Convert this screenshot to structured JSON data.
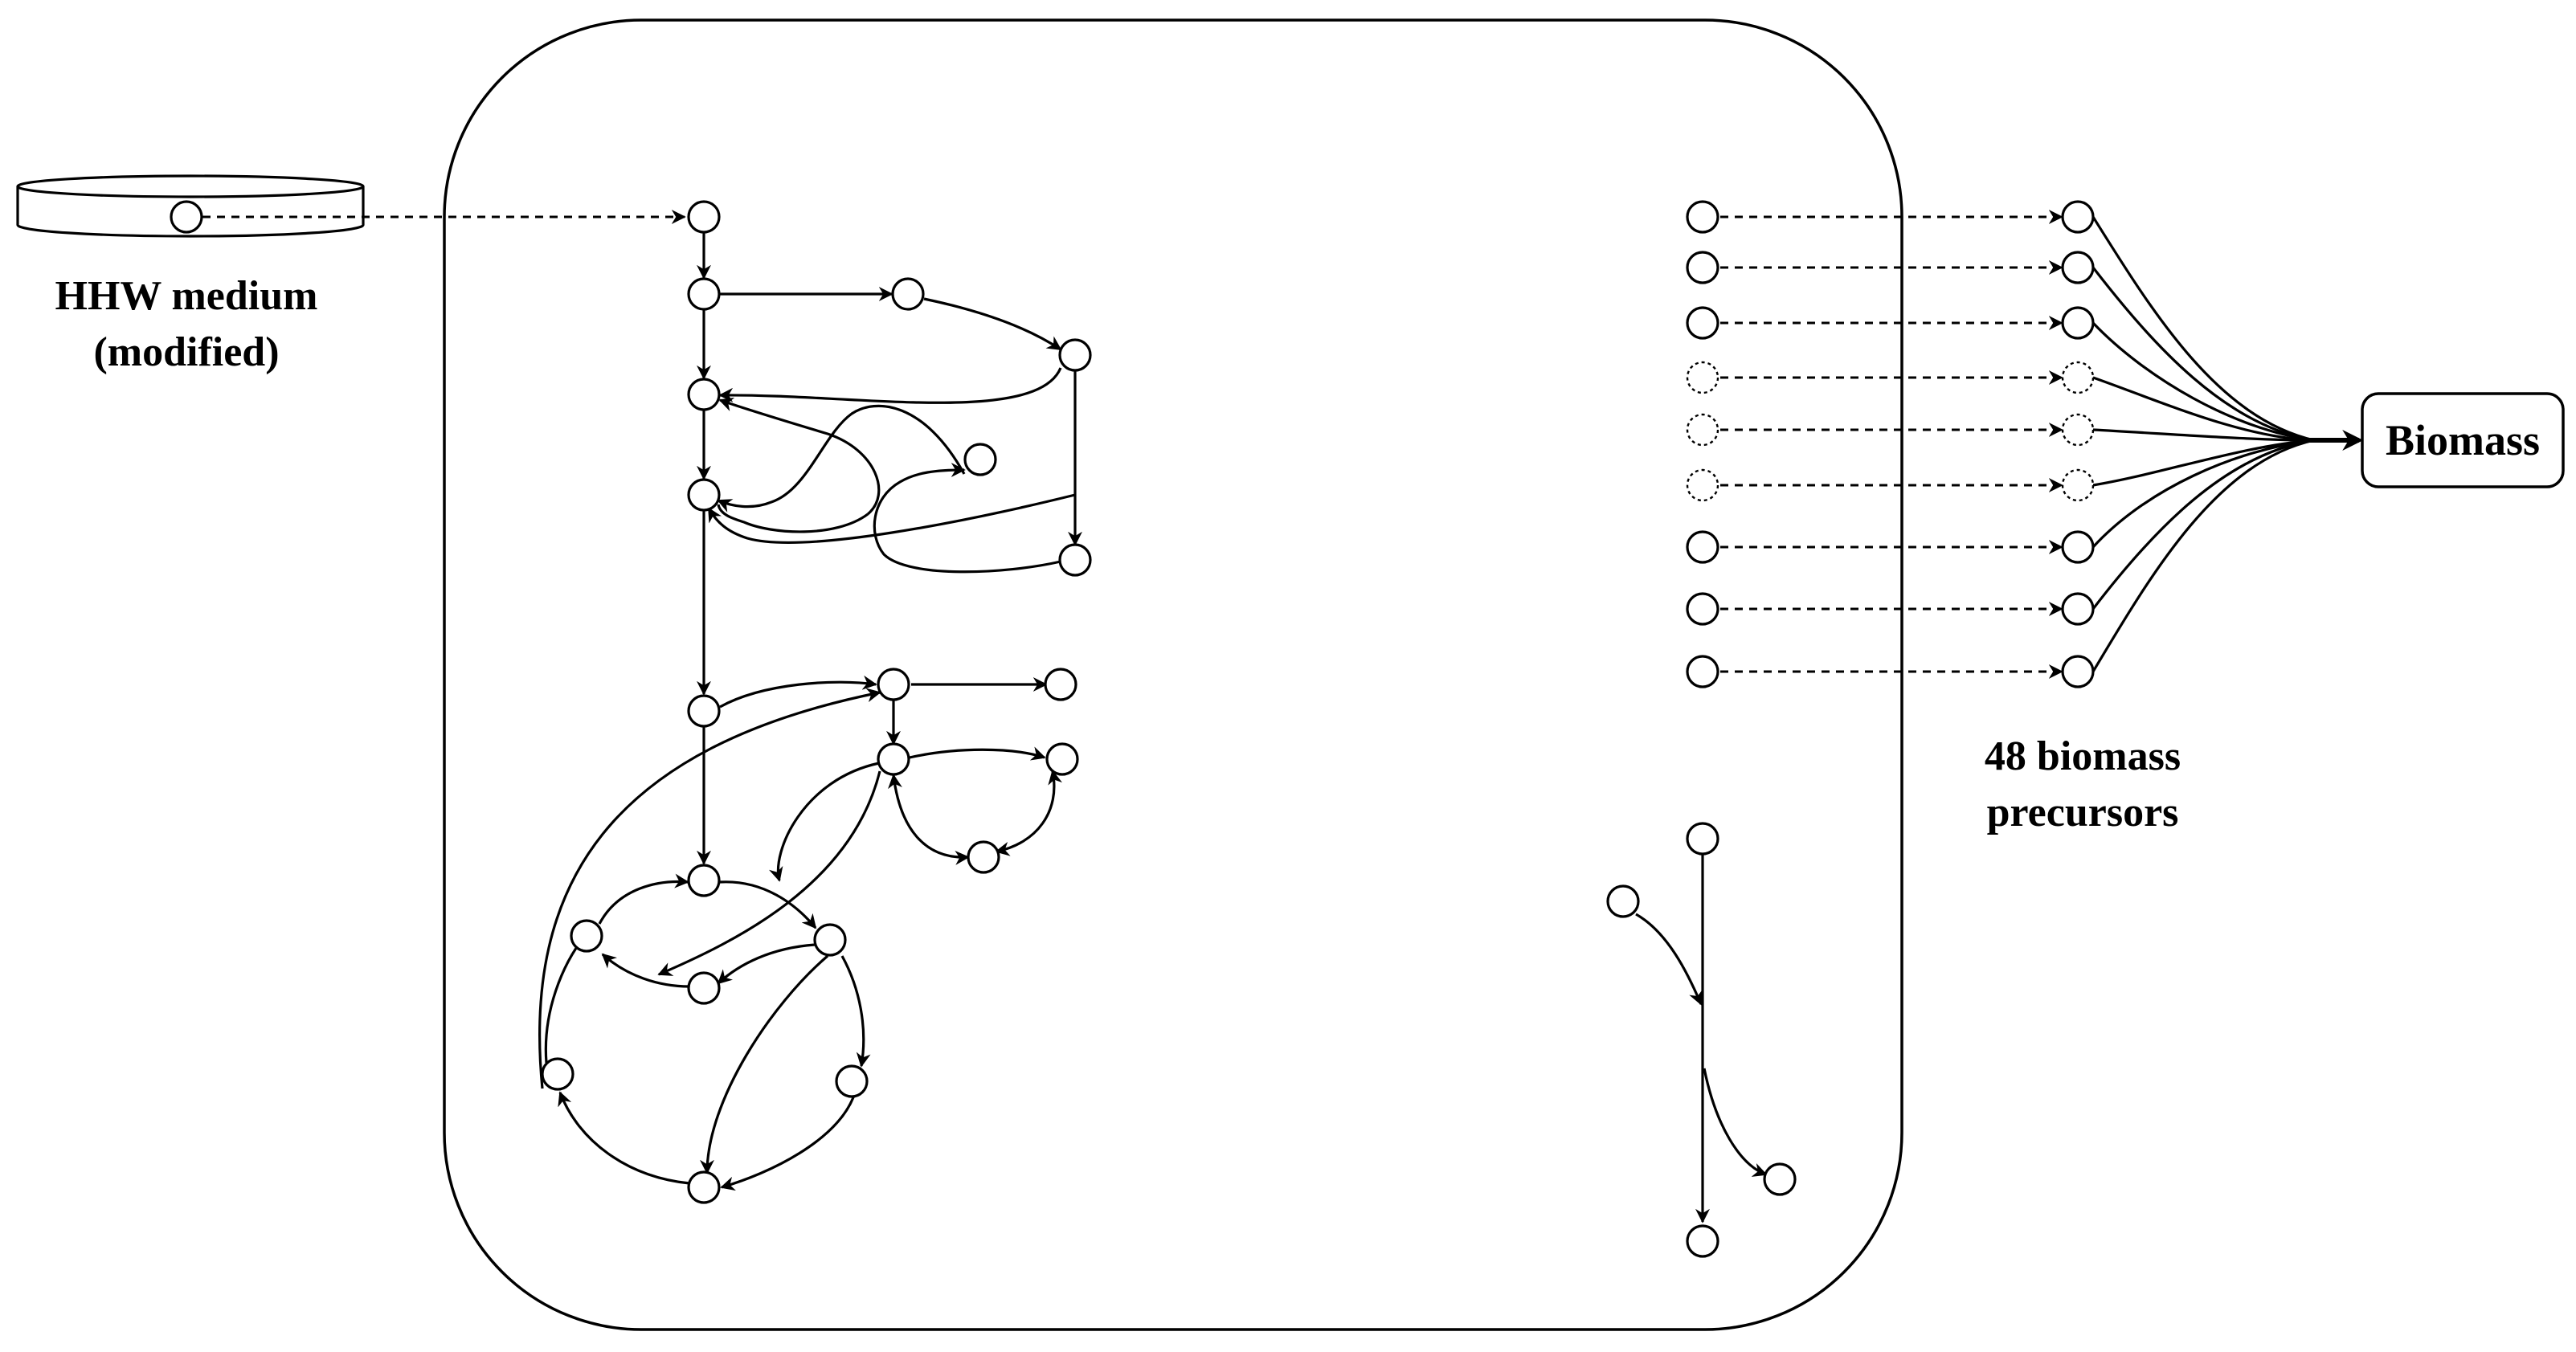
{
  "medium": {
    "label_line1": "HHW medium",
    "label_line2": "(modified)"
  },
  "precursors": {
    "label_line1": "48 biomass",
    "label_line2": "precursors"
  },
  "biomass": {
    "label": "Biomass"
  },
  "colors": {
    "stroke": "#000000",
    "fill": "#ffffff"
  }
}
